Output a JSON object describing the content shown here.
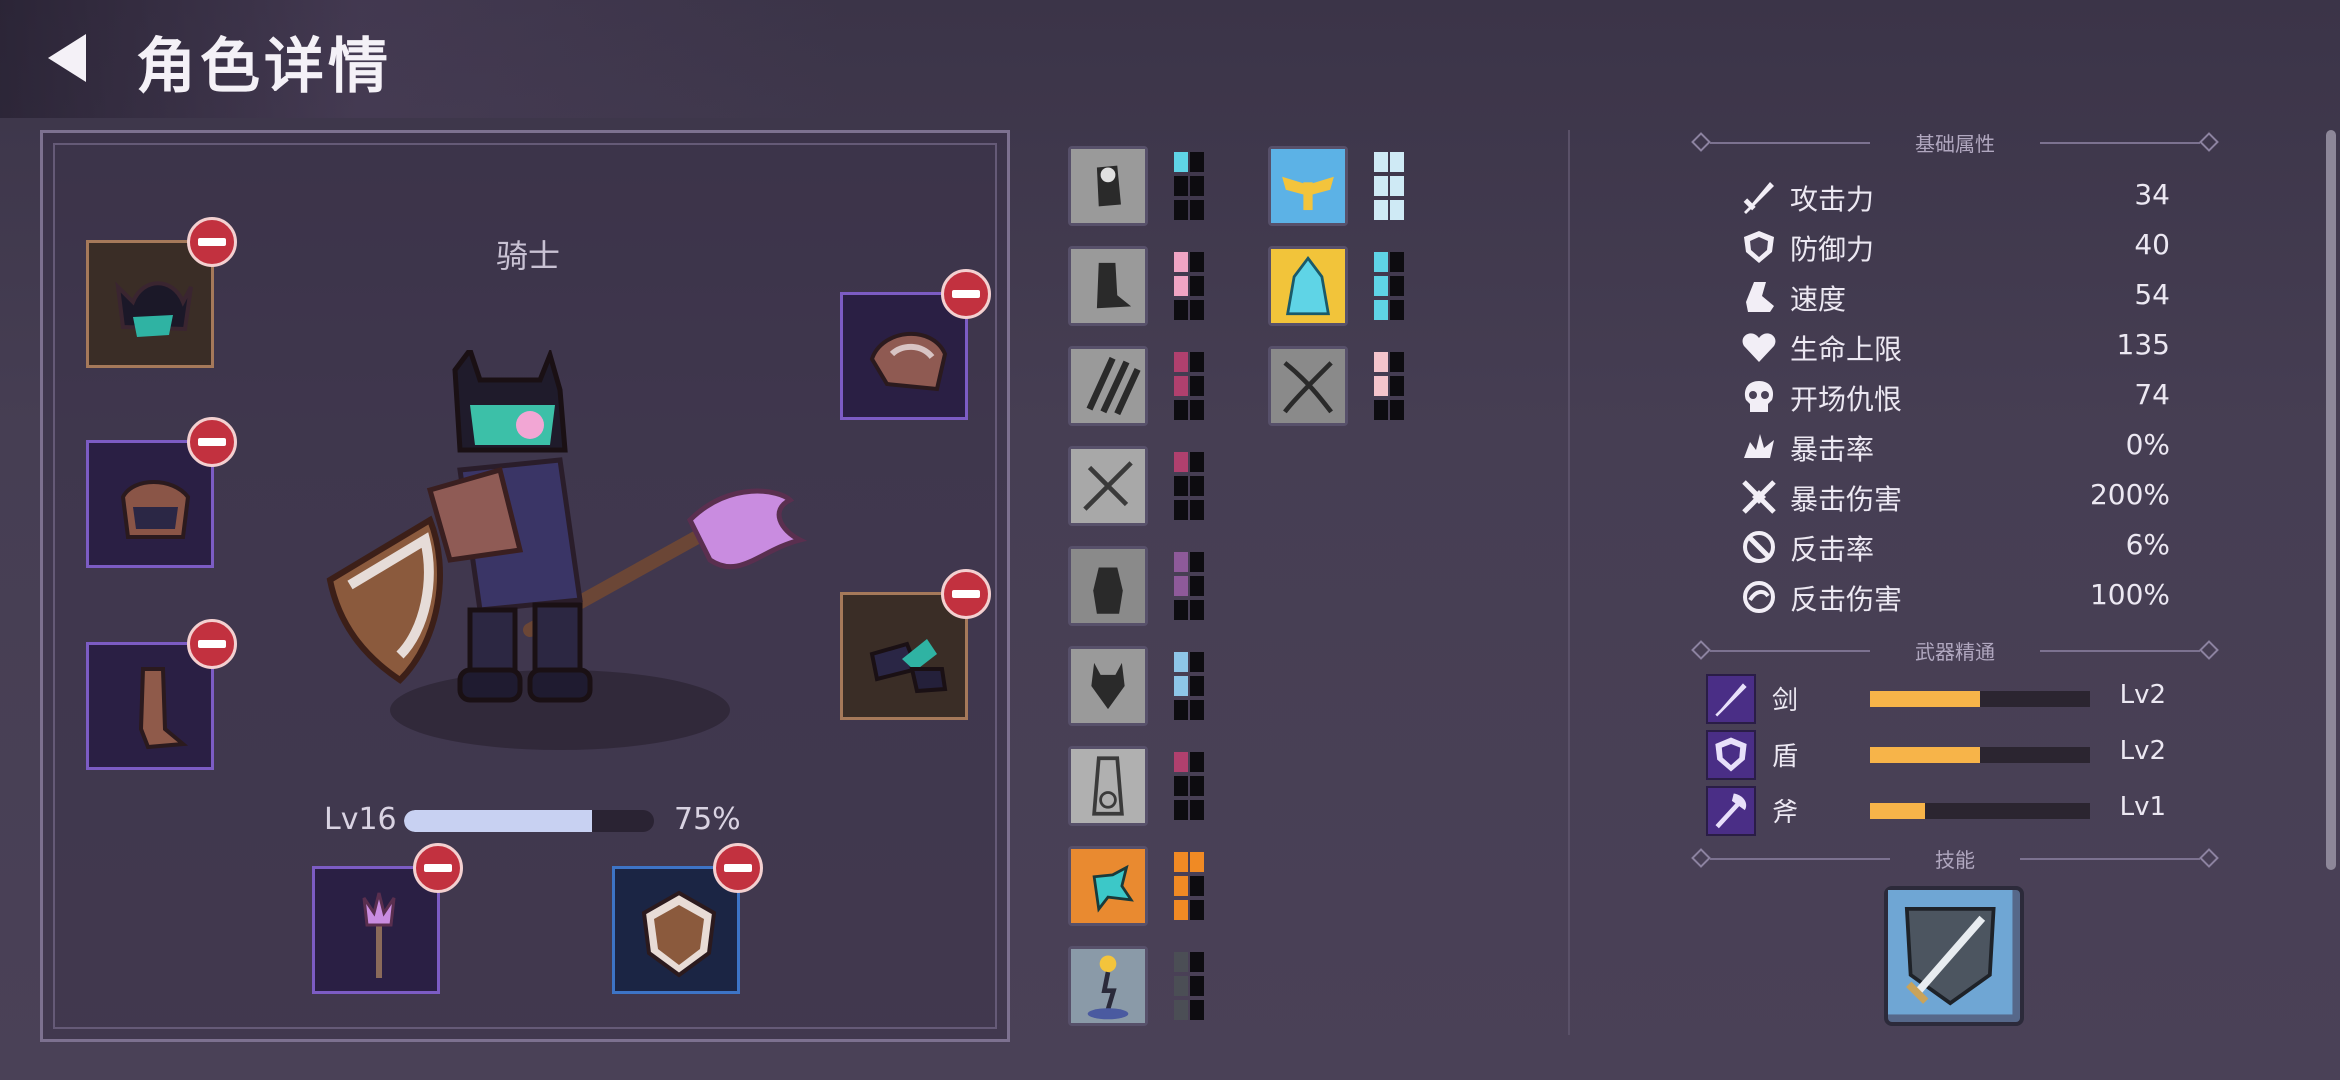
{
  "header": {
    "title": "角色详情"
  },
  "character": {
    "name": "骑士",
    "level_label": "Lv16",
    "level_progress": 0.75,
    "level_percent": "75%"
  },
  "equipment_slots": [
    {
      "name": "helmet",
      "rarity": "gold"
    },
    {
      "name": "chest",
      "rarity": "purple"
    },
    {
      "name": "boots",
      "rarity": "purple"
    },
    {
      "name": "gloves",
      "rarity": "purple"
    },
    {
      "name": "gauntlet",
      "rarity": "gold"
    },
    {
      "name": "weapon",
      "rarity": "purple"
    },
    {
      "name": "shield",
      "rarity": "blue"
    }
  ],
  "skill_tree": {
    "pip_colors": {
      "cyan": "#5fd4e6",
      "pink": "#f0a4c4",
      "magenta": "#b0406e",
      "violet": "#8e5a9a",
      "lightblue": "#8ec6e8",
      "orange": "#f08a24",
      "grey": "#4b4e55",
      "paleblue": "#cfeaf5"
    }
  },
  "base_stats": {
    "header": "基础属性",
    "items": [
      {
        "icon": "sword-icon",
        "name": "攻击力",
        "value": "34"
      },
      {
        "icon": "shield-icon",
        "name": "防御力",
        "value": "40"
      },
      {
        "icon": "boot-icon",
        "name": "速度",
        "value": "54"
      },
      {
        "icon": "heart-icon",
        "name": "生命上限",
        "value": "135"
      },
      {
        "icon": "skull-icon",
        "name": "开场仇恨",
        "value": "74"
      },
      {
        "icon": "crit-icon",
        "name": "暴击率",
        "value": "0%"
      },
      {
        "icon": "crit-damage-icon",
        "name": "暴击伤害",
        "value": "200%"
      },
      {
        "icon": "counter-icon",
        "name": "反击率",
        "value": "6%"
      },
      {
        "icon": "counter-damage-icon",
        "name": "反击伤害",
        "value": "100%"
      }
    ]
  },
  "weapon_mastery": {
    "header": "武器精通",
    "items": [
      {
        "icon": "sword-icon",
        "name": "剑",
        "progress": 0.5,
        "level": "Lv2"
      },
      {
        "icon": "shield-icon",
        "name": "盾",
        "progress": 0.5,
        "level": "Lv2"
      },
      {
        "icon": "axe-icon",
        "name": "斧",
        "progress": 0.25,
        "level": "Lv1"
      }
    ]
  },
  "skills": {
    "header": "技能"
  },
  "colors": {
    "accent_gold": "#f7b449",
    "remove_red": "#c2313f",
    "level_bar": "#c8d1f2"
  }
}
